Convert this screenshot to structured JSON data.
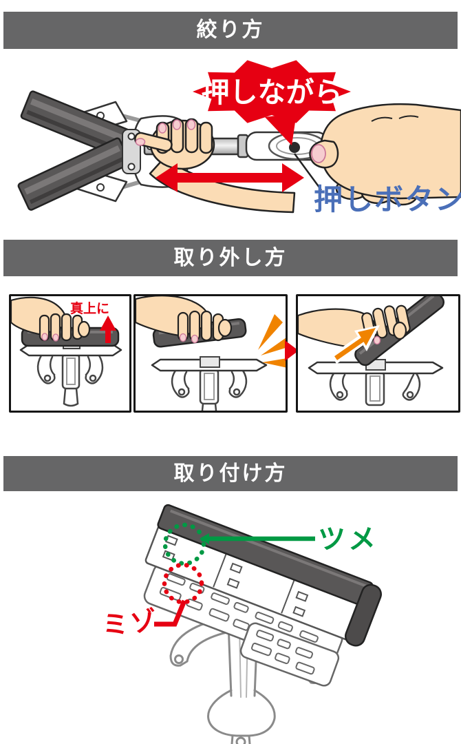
{
  "colors": {
    "header_bg": "#666667",
    "header_text": "#ffffff",
    "accent_red": "#e60012",
    "accent_orange": "#f08300",
    "accent_blue": "#4a6fb8",
    "accent_green": "#009944",
    "pad_dark_gray": "#595757",
    "skin": "#fbdcb5",
    "line_art": "#444444"
  },
  "icons": {
    "slide_arrow": "red-double-headed-arrow",
    "burst": "red-starburst-bubble",
    "pointer": "thin-black-pointer-line",
    "lift_arrow": "red-up-arrow",
    "click_burst": "orange-click-marks",
    "next": "red-right-triangle",
    "pull_arrow": "orange-diagonal-arrow-white-outline",
    "tab_marker": "green-dotted-circle",
    "groove_marker": "red-dotted-circle"
  },
  "sections": {
    "wringing": {
      "title": "絞り方",
      "burst_label": "押しながら",
      "button_label": "押しボタン"
    },
    "removal": {
      "title": "取り外し方",
      "step1_label": "真上に"
    },
    "attachment": {
      "title": "取り付け方",
      "tab_label": "ツメ",
      "groove_label": "ミゾ"
    }
  }
}
